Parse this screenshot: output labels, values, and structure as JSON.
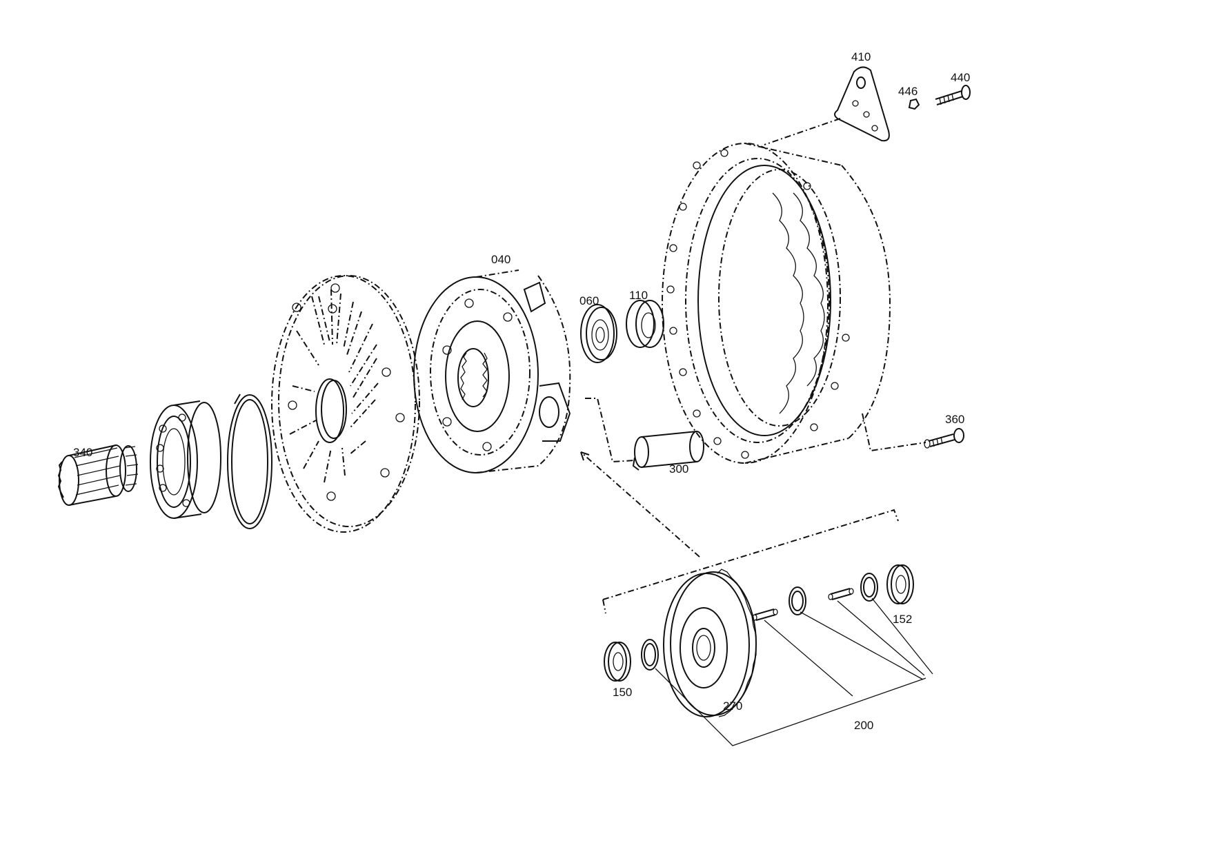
{
  "part_labels": {
    "p410": "410",
    "p446": "446",
    "p440": "440",
    "p040": "040",
    "p060": "060",
    "p110": "110",
    "p340": "340",
    "p300": "300",
    "p360": "360",
    "p152": "152",
    "p150": "150",
    "p270": "270",
    "p200": "200"
  }
}
